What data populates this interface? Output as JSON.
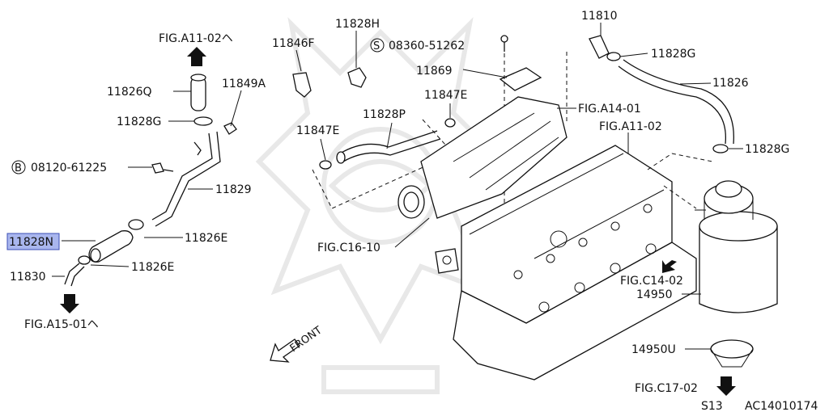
{
  "labels": {
    "fig_a11_02_top": "FIG.A11-02ヘ",
    "p_11826q": "11826Q",
    "p_11849a": "11849A",
    "p_11828g_left": "11828G",
    "bolt_b": "08120-61225",
    "bolt_b_prefix": "B",
    "p_11829": "11829",
    "p_11828n": "11828N",
    "p_11826e_1": "11826E",
    "p_11826e_2": "11826E",
    "p_11830": "11830",
    "fig_a15_01": "FIG.A15-01ヘ",
    "p_11846f": "11846F",
    "p_11828h": "11828H",
    "screw_s": "08360-51262",
    "screw_s_prefix": "S",
    "p_11869": "11869",
    "p_11847e_top": "11847E",
    "p_11828p": "11828P",
    "p_11847e_left": "11847E",
    "fig_a14_01": "FIG.A14-01",
    "fig_a11_02_mid": "FIG.A11-02",
    "p_11810": "11810",
    "p_11828g_right_top": "11828G",
    "p_11826": "11826",
    "p_11828g_right": "11828G",
    "fig_c16_10": "FIG.C16-10",
    "fig_c14_02": "FIG.C14-02",
    "p_14950": "14950",
    "p_14950u": "14950U",
    "fig_c17_02": "FIG.C17-02",
    "front": "FRONT",
    "code_s13": "S13",
    "code_ac": "AC14010174"
  },
  "highlight": {
    "color": "#a9b6ee",
    "border": "#3c4fb5",
    "part": "11828N"
  }
}
